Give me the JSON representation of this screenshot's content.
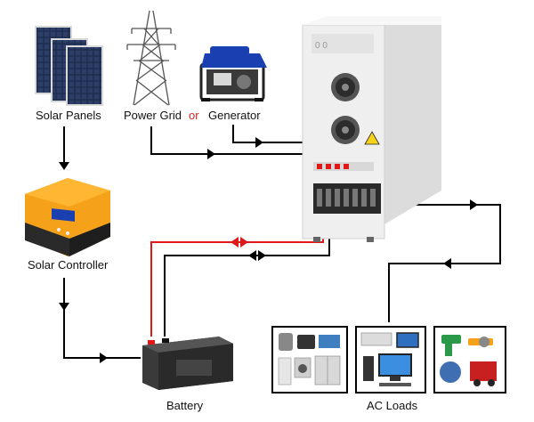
{
  "labels": {
    "solar_panels": "Solar Panels",
    "power_grid": "Power Grid",
    "or": "or",
    "generator": "Generator",
    "solar_controller": "Solar Controller",
    "battery": "Battery",
    "ac_loads": "AC Loads"
  },
  "colors": {
    "dc_positive": "#e01818",
    "wire": "#000000",
    "controller_orange": "#f5a11a",
    "inverter_body": "#eeeeee",
    "generator_blue": "#1a3fb0"
  },
  "icons": {
    "solar_panels": "solar-panel-icon",
    "power_grid": "transmission-tower-icon",
    "generator": "generator-icon",
    "inverter": "inverter-cabinet-icon",
    "solar_controller": "charge-controller-icon",
    "battery": "battery-icon",
    "loads": [
      "home-appliances-icon",
      "office-equipment-icon",
      "power-tools-icon"
    ]
  }
}
